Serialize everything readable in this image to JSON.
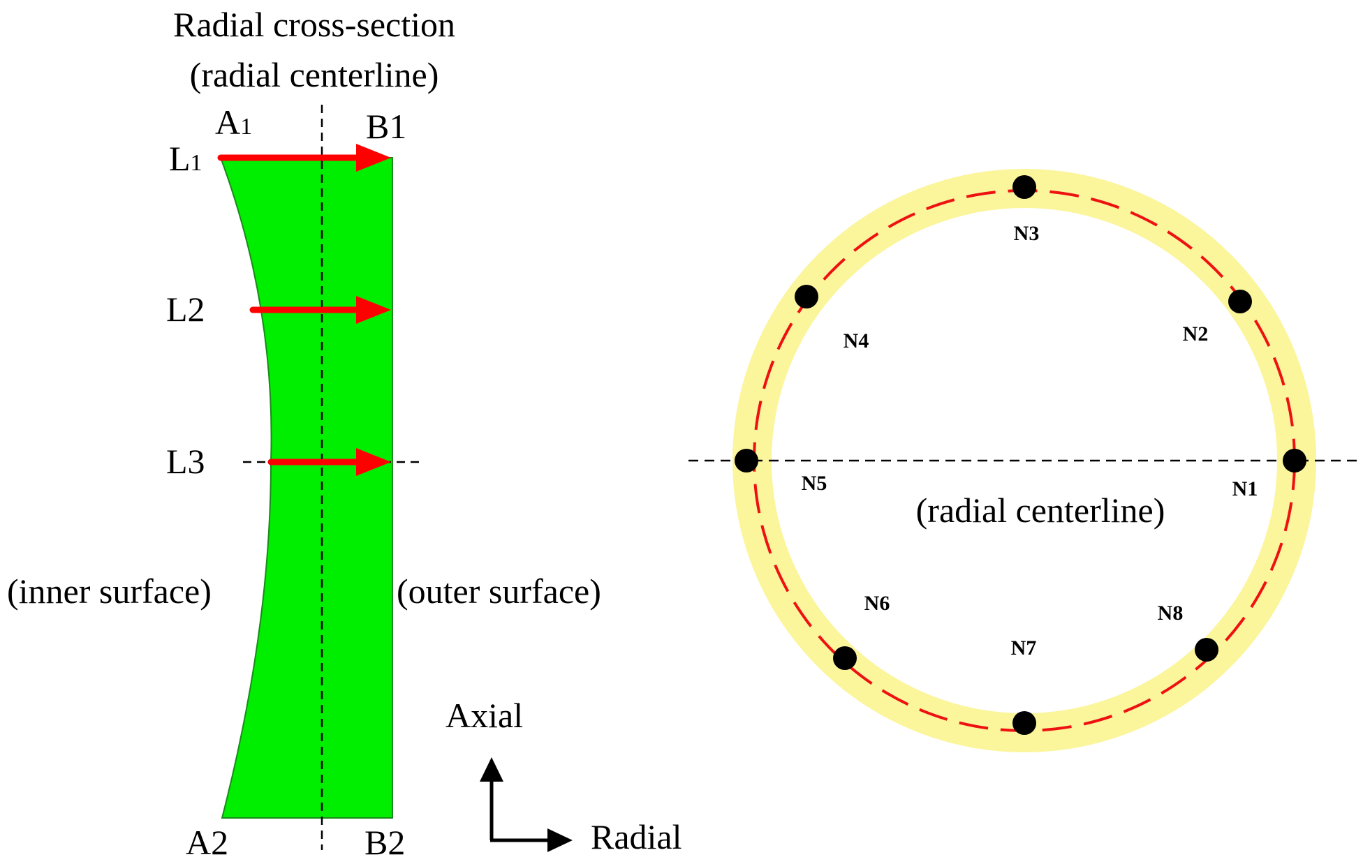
{
  "left_diagram": {
    "title_line1": "Radial cross-section",
    "title_line2": "(radial centerline)",
    "corner_a1": "A",
    "corner_a1_sub": "1",
    "corner_b1": "B1",
    "corner_a2": "A2",
    "corner_b2": "B2",
    "line_l1": "L",
    "line_l1_sub": "1",
    "line_l2": "L2",
    "line_l3": "L3",
    "inner_label": "(inner surface)",
    "outer_label": "(outer surface)",
    "fill_color": "#00ee00",
    "arrow_color": "#ff0000"
  },
  "axes": {
    "axial_label": "Axial",
    "radial_label": "Radial"
  },
  "right_diagram": {
    "centerline_label": "(radial centerline)",
    "ring_color": "#fbf59c",
    "dash_color": "#ee1111",
    "nodes": [
      "N1",
      "N2",
      "N3",
      "N4",
      "N5",
      "N6",
      "N7",
      "N8"
    ]
  }
}
